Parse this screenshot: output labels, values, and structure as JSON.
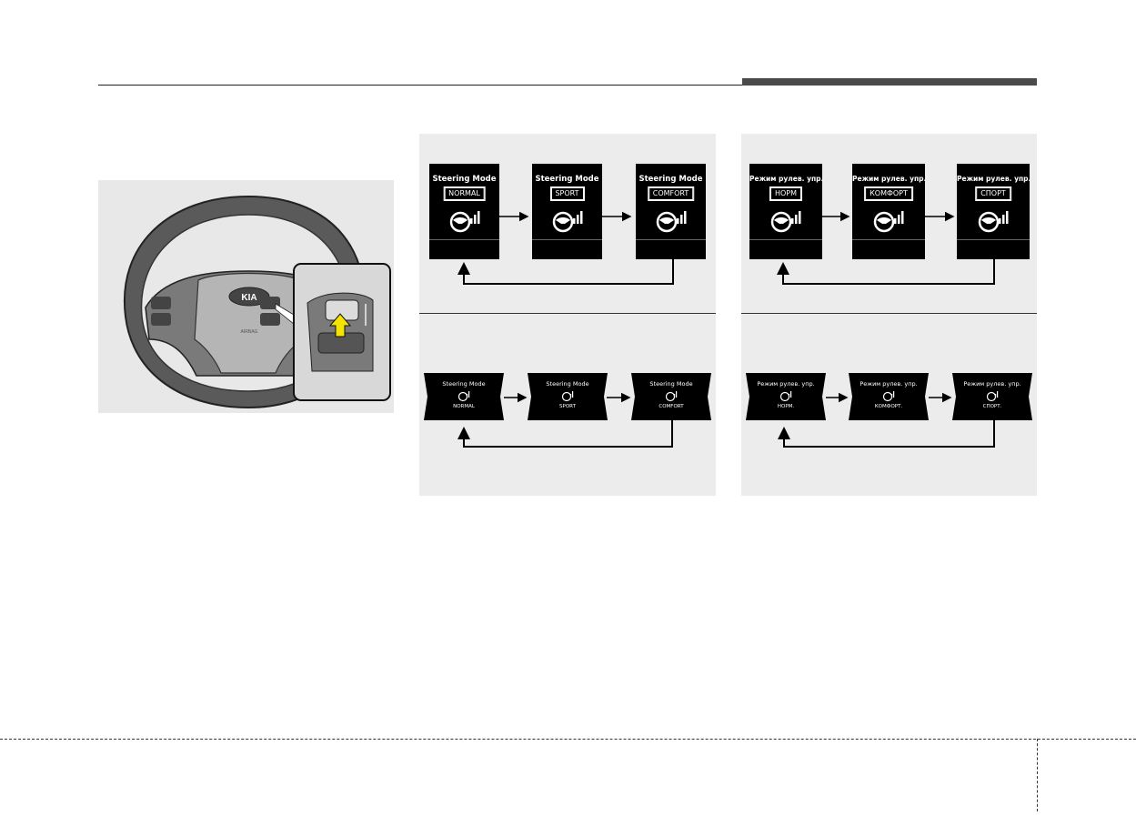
{
  "wheel": {
    "logo": "KIA",
    "airbag_label": "AIRBAG"
  },
  "en_full": {
    "screens": [
      {
        "title": "Steering Mode",
        "mode": "NORMAL"
      },
      {
        "title": "Steering Mode",
        "mode": "SPORT"
      },
      {
        "title": "Steering Mode",
        "mode": "COMFORT"
      }
    ]
  },
  "ru_full": {
    "screens": [
      {
        "title": "Режим рулев. упр.",
        "mode": "НОРМ"
      },
      {
        "title": "Режим рулев. упр.",
        "mode": "КОМФОРТ"
      },
      {
        "title": "Режим рулев. упр.",
        "mode": "СПОРТ"
      }
    ]
  },
  "en_compact": {
    "screens": [
      {
        "title": "Steering Mode",
        "mode": "NORMAL"
      },
      {
        "title": "Steering Mode",
        "mode": "SPORT"
      },
      {
        "title": "Steering Mode",
        "mode": "COMFORT"
      }
    ]
  },
  "ru_compact": {
    "screens": [
      {
        "title": "Режим рулев. упр.",
        "mode": "НОРМ."
      },
      {
        "title": "Режим рулев. упр.",
        "mode": "КОМФОРТ."
      },
      {
        "title": "Режим рулев. упр.",
        "mode": "СПОРТ."
      }
    ]
  },
  "colors": {
    "panel_bg": "#ececec",
    "screen_bg": "#000000",
    "arrow_highlight": "#f5e400"
  }
}
